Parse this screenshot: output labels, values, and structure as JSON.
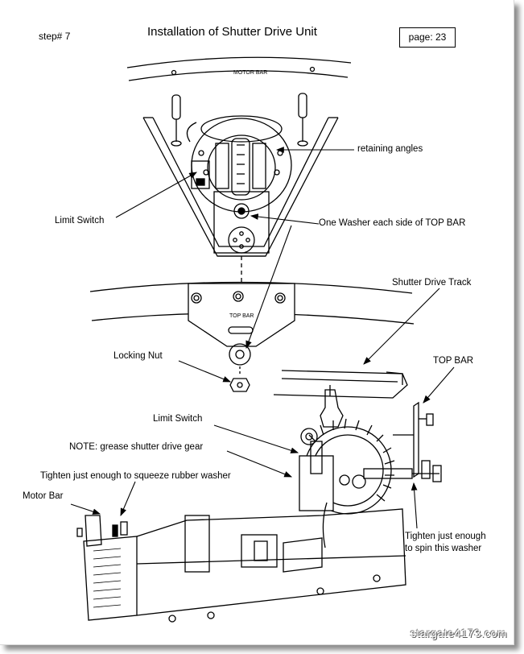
{
  "header": {
    "step": "step# 7",
    "title": "Installation of Shutter Drive Unit",
    "page": "page: 23"
  },
  "diagram": {
    "motor_bar_caption": "MOTOR BAR",
    "top_bar_caption": "TOP BAR"
  },
  "callouts": {
    "retaining_angles": "retaining angles",
    "limit_switch_top": "Limit Switch",
    "washer_each_side": "One Washer each side of TOP BAR",
    "shutter_drive_track": "Shutter Drive Track",
    "locking_nut": "Locking Nut",
    "top_bar": "TOP BAR",
    "limit_switch_bottom": "Limit Switch",
    "grease_note": "NOTE: grease shutter drive gear",
    "tighten_squeeze": "Tighten just enough to squeeze rubber washer",
    "motor_bar": "Motor Bar",
    "tighten_spin_1": "Tighten just enough",
    "tighten_spin_2": "to spin this washer"
  },
  "watermark": "stargate4173.com"
}
